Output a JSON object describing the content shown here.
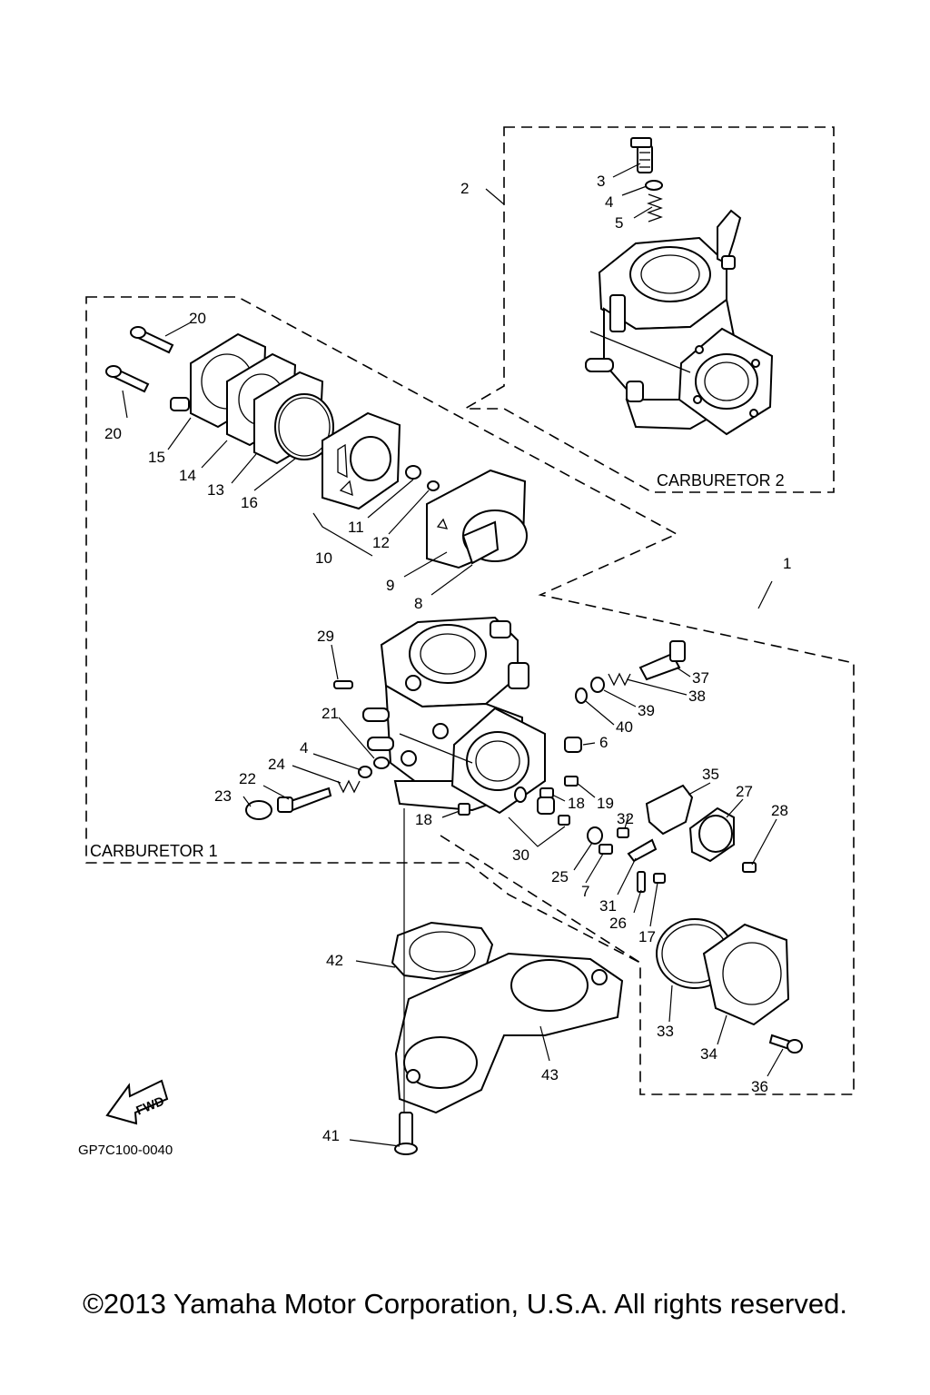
{
  "diagram": {
    "group_labels": {
      "carb1": "CARBURETOR 1",
      "carb2": "CARBURETOR 2"
    },
    "fwd_label": "FWD",
    "drawing_code": "GP7C100-0040",
    "part_labels": {
      "p1": "1",
      "p2": "2",
      "p3": "3",
      "p4a": "4",
      "p4b": "4",
      "p5": "5",
      "p6": "6",
      "p7": "7",
      "p8": "8",
      "p9": "9",
      "p10": "10",
      "p11": "11",
      "p12": "12",
      "p13": "13",
      "p14": "14",
      "p15": "15",
      "p16": "16",
      "p17": "17",
      "p18a": "18",
      "p18b": "18",
      "p19": "19",
      "p20a": "20",
      "p20b": "20",
      "p21": "21",
      "p22": "22",
      "p23": "23",
      "p24": "24",
      "p25": "25",
      "p26": "26",
      "p27": "27",
      "p28": "28",
      "p29": "29",
      "p30": "30",
      "p31": "31",
      "p32": "32",
      "p33": "33",
      "p34": "34",
      "p35": "35",
      "p36": "36",
      "p37": "37",
      "p38": "38",
      "p39": "39",
      "p40": "40",
      "p41": "41",
      "p42": "42",
      "p43": "43"
    }
  },
  "footer": {
    "copyright": "©2013 Yamaha Motor Corporation, U.S.A. All rights reserved."
  }
}
